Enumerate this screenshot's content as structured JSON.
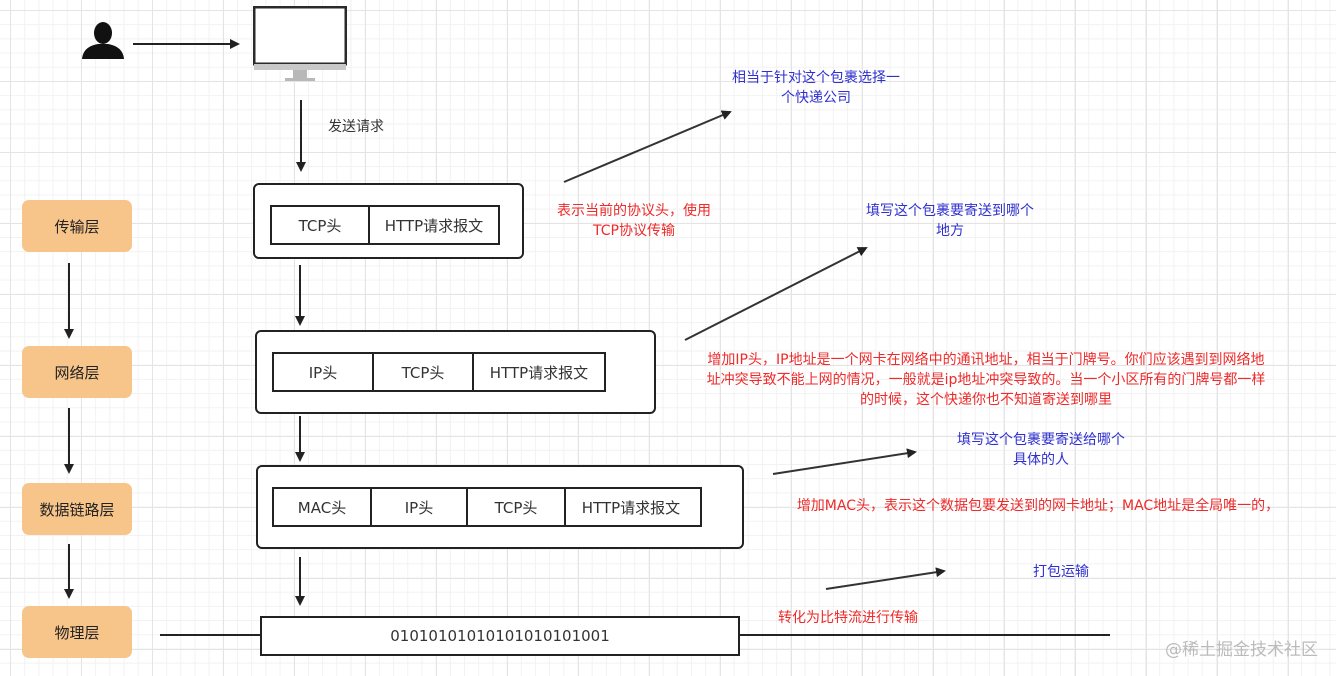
{
  "diagram": {
    "send_request_label": "发送请求",
    "layers": [
      {
        "label": "传输层"
      },
      {
        "label": "网络层"
      },
      {
        "label": "数据链路层"
      },
      {
        "label": "物理层"
      }
    ],
    "packets": [
      {
        "cells": [
          "TCP头",
          "HTTP请求报文"
        ]
      },
      {
        "cells": [
          "IP头",
          "TCP头",
          "HTTP请求报文"
        ]
      },
      {
        "cells": [
          "MAC头",
          "IP头",
          "TCP头",
          "HTTP请求报文"
        ]
      }
    ],
    "bitstream": "01010101010101010101001",
    "notes": {
      "transport_red": "表示当前的协议头，使用\nTCP协议传输",
      "transport_blue": "相当于针对这个包裹选择一\n个快递公司",
      "network_red": "增加IP头，IP地址是一个网卡在网络中的通讯地址，相当于门牌号。你们应该遇到到网络地\n址冲突导致不能上网的情况，一般就是ip地址冲突导致的。当一个小区所有的门牌号都一样\n的时候，这个快递你也不知道寄送到哪里",
      "network_blue": "填写这个包裹要寄送到哪个\n地方",
      "datalink_red": "增加MAC头，表示这个数据包要发送到的网卡地址；MAC地址是全局唯一的，",
      "datalink_blue": "填写这个包裹要寄送给哪个\n具体的人",
      "physical_red": "转化为比特流进行传输",
      "physical_blue": "打包运输"
    },
    "icons": {
      "user": "user-icon",
      "computer": "monitor-icon"
    },
    "colors": {
      "layer_fill": "#f7c48a",
      "note_red": "#ee2a2a",
      "note_blue": "#3030d0"
    }
  },
  "watermark": "@稀土掘金技术社区"
}
